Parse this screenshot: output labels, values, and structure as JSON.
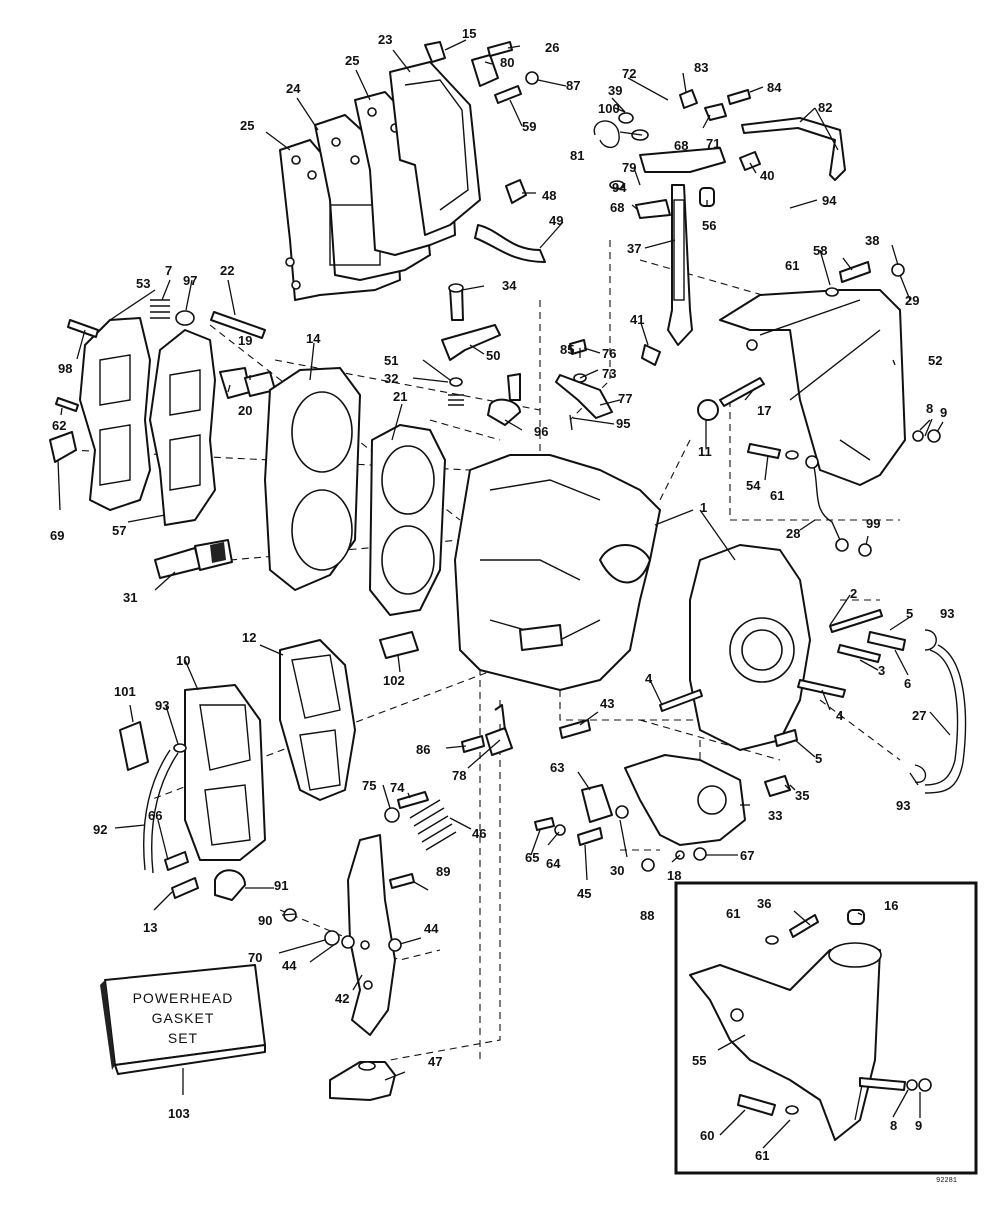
{
  "callouts": [
    "1",
    "2",
    "3",
    "4",
    "5",
    "6",
    "7",
    "8",
    "9",
    "10",
    "11",
    "12",
    "13",
    "14",
    "15",
    "16",
    "17",
    "18",
    "19",
    "20",
    "21",
    "22",
    "23",
    "24",
    "25",
    "26",
    "27",
    "28",
    "29",
    "30",
    "31",
    "32",
    "33",
    "34",
    "35",
    "36",
    "37",
    "38",
    "39",
    "40",
    "41",
    "42",
    "43",
    "44",
    "45",
    "46",
    "47",
    "48",
    "49",
    "50",
    "51",
    "52",
    "53",
    "54",
    "55",
    "56",
    "57",
    "58",
    "59",
    "60",
    "61",
    "62",
    "63",
    "64",
    "65",
    "66",
    "67",
    "68",
    "69",
    "70",
    "71",
    "72",
    "73",
    "74",
    "75",
    "76",
    "77",
    "78",
    "79",
    "80",
    "81",
    "82",
    "83",
    "84",
    "85",
    "86",
    "87",
    "88",
    "89",
    "90",
    "91",
    "92",
    "93",
    "94",
    "95",
    "96",
    "97",
    "98",
    "99",
    "100",
    "101",
    "102",
    "103"
  ],
  "gasket_set": {
    "line1": "POWERHEAD",
    "line2": "GASKET",
    "line3": "SET"
  },
  "drawing_code": "92281"
}
